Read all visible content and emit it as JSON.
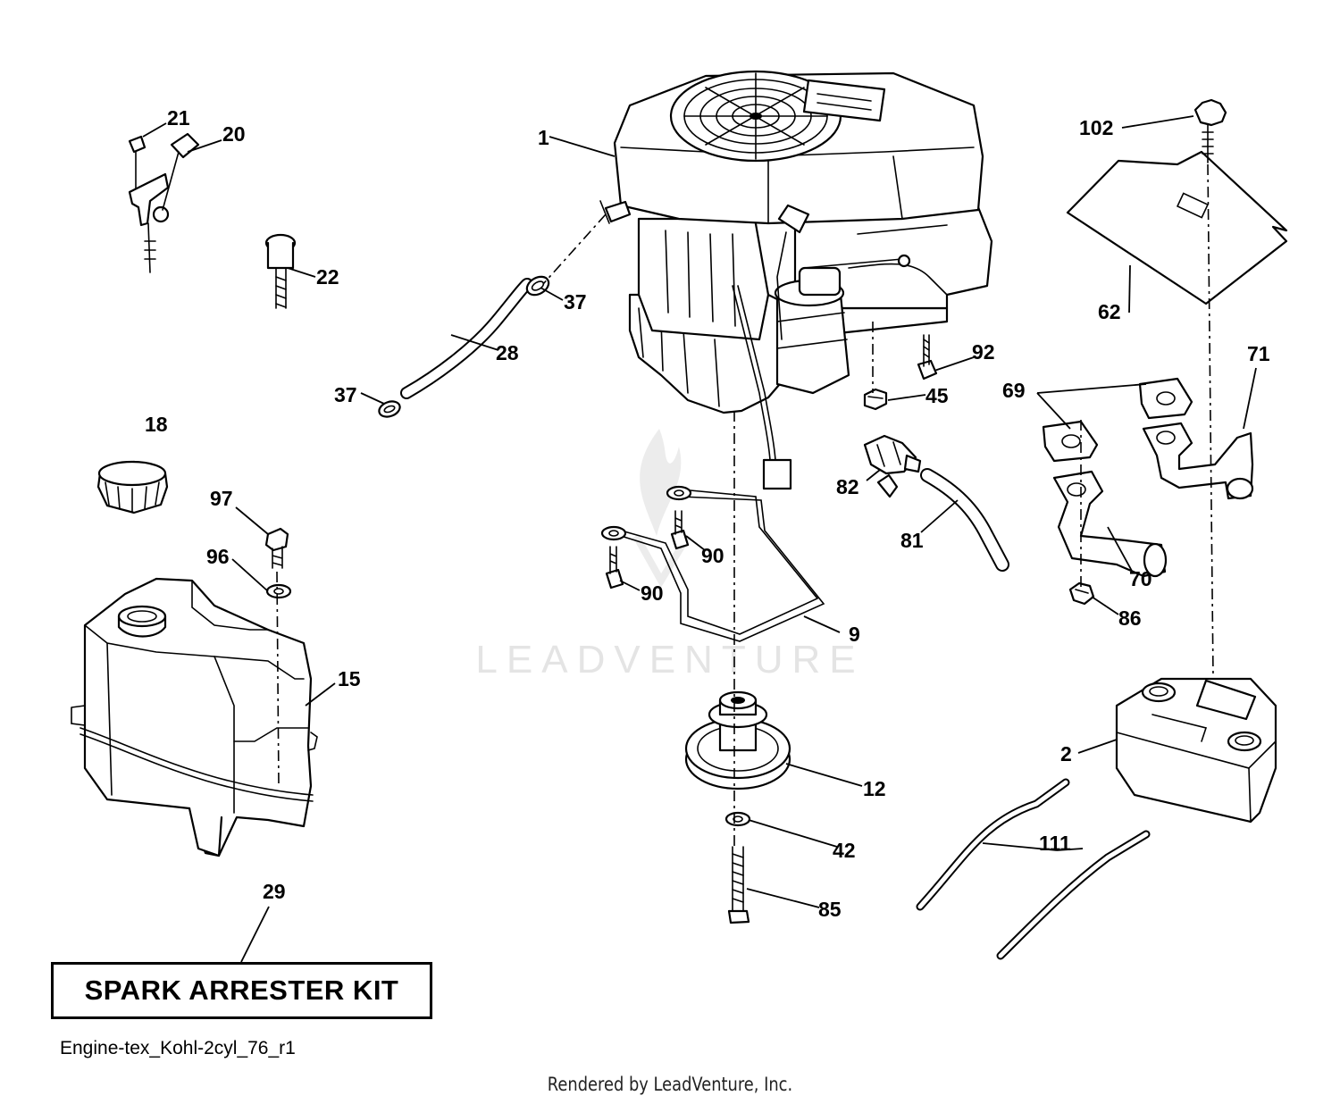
{
  "watermark": {
    "text": "LEADVENTURE"
  },
  "callouts": {
    "c1": "1",
    "c2": "2",
    "c9": "9",
    "c12": "12",
    "c15": "15",
    "c18": "18",
    "c20": "20",
    "c21": "21",
    "c22": "22",
    "c28": "28",
    "c29": "29",
    "c37a": "37",
    "c37b": "37",
    "c42": "42",
    "c45": "45",
    "c62": "62",
    "c69": "69",
    "c70": "70",
    "c71": "71",
    "c81": "81",
    "c82": "82",
    "c85": "85",
    "c86": "86",
    "c90a": "90",
    "c90b": "90",
    "c92": "92",
    "c96": "96",
    "c97": "97",
    "c102": "102",
    "c111": "111"
  },
  "kit_label": "SPARK ARRESTER KIT",
  "diagram_id": "Engine-tex_Kohl-2cyl_76_r1",
  "footer": "Rendered by LeadVenture, Inc."
}
